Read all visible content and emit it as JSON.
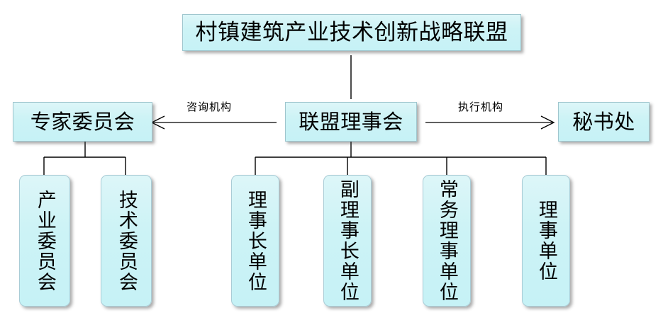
{
  "diagram": {
    "title_node": {
      "id": "title",
      "label": "村镇建筑产业技术创新战略联盟"
    },
    "level2": [
      {
        "id": "expert",
        "label": "专家委员会"
      },
      {
        "id": "council",
        "label": "联盟理事会"
      },
      {
        "id": "secretariat",
        "label": "秘书处"
      }
    ],
    "edge_labels": [
      {
        "id": "advisory",
        "label": "咨询机构"
      },
      {
        "id": "executive",
        "label": "执行机构"
      }
    ],
    "expert_children": [
      {
        "id": "industry-committee",
        "label": "产业委员会"
      },
      {
        "id": "technical-committee",
        "label": "技术委员会"
      }
    ],
    "council_children": [
      {
        "id": "chairman-unit",
        "label": "理事长单位"
      },
      {
        "id": "vice-chairman-unit",
        "label": "副理事长单位"
      },
      {
        "id": "standing-unit",
        "label": "常务理事单位"
      },
      {
        "id": "director-unit",
        "label": "理事单位"
      }
    ],
    "colors": {
      "node_fill": "#c9f2f6",
      "node_border": "#9fc6ce",
      "connector": "#000000",
      "text": "#000000",
      "background": "#ffffff"
    }
  }
}
